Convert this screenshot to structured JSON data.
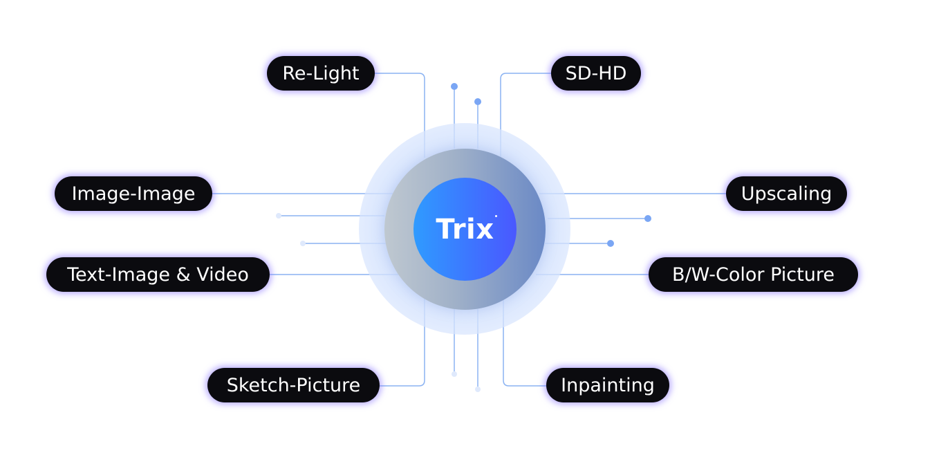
{
  "diagram": {
    "center_label": "Trix",
    "features": {
      "re_light": "Re-Light",
      "sd_hd": "SD-HD",
      "image_image": "Image-Image",
      "upscaling": "Upscaling",
      "text_image_video": "Text-Image & Video",
      "bw_color_picture": "B/W-Color Picture",
      "sketch_picture": "Sketch-Picture",
      "inpainting": "Inpainting"
    },
    "colors": {
      "pill_background": "#0b0b0f",
      "pill_glow": "#846eff",
      "connector_line": "#8ab2f2",
      "core_gradient_start": "#2f9bff",
      "core_gradient_end": "#4a58ff",
      "ring_gradient_start": "#bfc8d0",
      "ring_gradient_end": "#6a89c6"
    }
  }
}
